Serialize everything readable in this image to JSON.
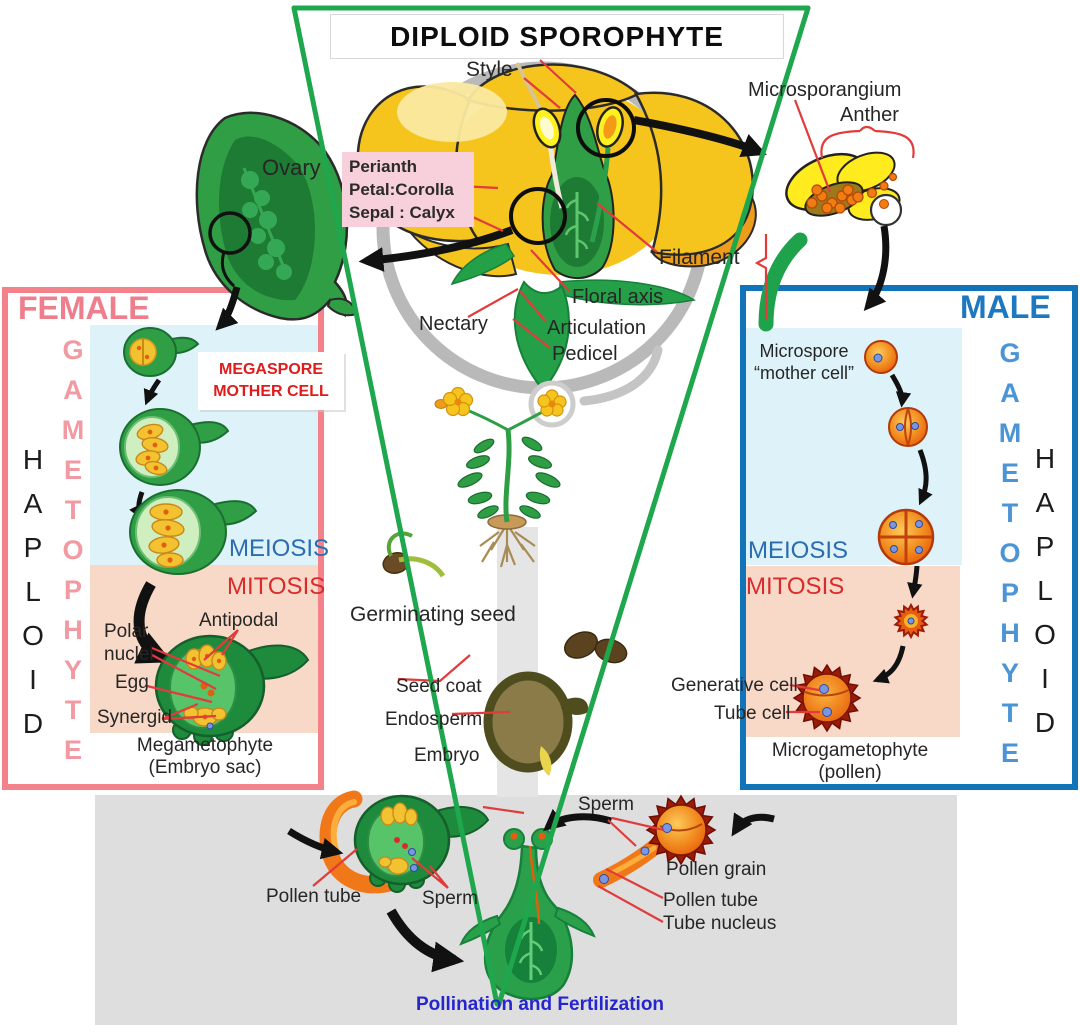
{
  "title": "DIPLOID SPOROPHYTE",
  "flower": {
    "style": "Style",
    "microsporangium": "Microsporangium",
    "anther": "Anther",
    "ovary": "Ovary",
    "perianth": [
      "Perianth",
      "Petal:Corolla",
      "Sepal : Calyx"
    ],
    "filament": "Filament",
    "floral_axis": "Floral axis",
    "nectary": "Nectary",
    "articulation": "Articulation",
    "pedicel": "Pedicel"
  },
  "female": {
    "heading": "FEMALE",
    "gametophyte": "GAMETOPHYTE",
    "haploid": "HAPLOID",
    "megaspore": [
      "MEGASPORE",
      "MOTHER CELL"
    ],
    "meiosis": "MEIOSIS",
    "mitosis": "MITOSIS",
    "antipodal": "Antipodal",
    "polar_nuclei": [
      "Polar",
      "nuclei"
    ],
    "egg": "Egg",
    "synergid": "Synergid",
    "caption": [
      "Megametophyte",
      "(Embryo sac)"
    ]
  },
  "male": {
    "heading": "MALE",
    "gametophyte": "GAMETOPHYTE",
    "haploid": "HAPLOID",
    "microspore": [
      "Microspore",
      "“mother cell”"
    ],
    "meiosis": "MEIOSIS",
    "mitosis": "MITOSIS",
    "generative_cell": "Generative cell",
    "tube_cell": "Tube cell",
    "caption": [
      "Microgametophyte",
      "(pollen)"
    ]
  },
  "seed": {
    "germinating_seed": "Germinating seed",
    "seed_coat": "Seed coat",
    "endosperm": "Endosperm",
    "embryo": "Embryo"
  },
  "fertilization": {
    "pollen_tube_left": "Pollen tube",
    "sperm_left": "Sperm",
    "sperm_right": "Sperm",
    "pollen_grain": "Pollen grain",
    "pollen_tube_right": "Pollen tube",
    "tube_nucleus": "Tube nucleus",
    "caption": "Pollination and Fertilization"
  },
  "colors": {
    "sporophyte_triangle_green": "#1FA74D",
    "female_accent": "#EE7E8C",
    "female_letters": "#F29AA2",
    "male_accent": "#1E78C0",
    "male_letters": "#4B94D6",
    "meiosis_blue": "#2B6CB0",
    "mitosis_red": "#D92B2B",
    "megaspore_red": "#E01B1B",
    "pollination_blue": "#2626CE",
    "haploid_stage_bg": "#DDF2F9",
    "mitosis_stage_bg": "#F8D8C6",
    "leader_line_red": "#E23B3B",
    "gray_band": "#DEDEDE"
  }
}
